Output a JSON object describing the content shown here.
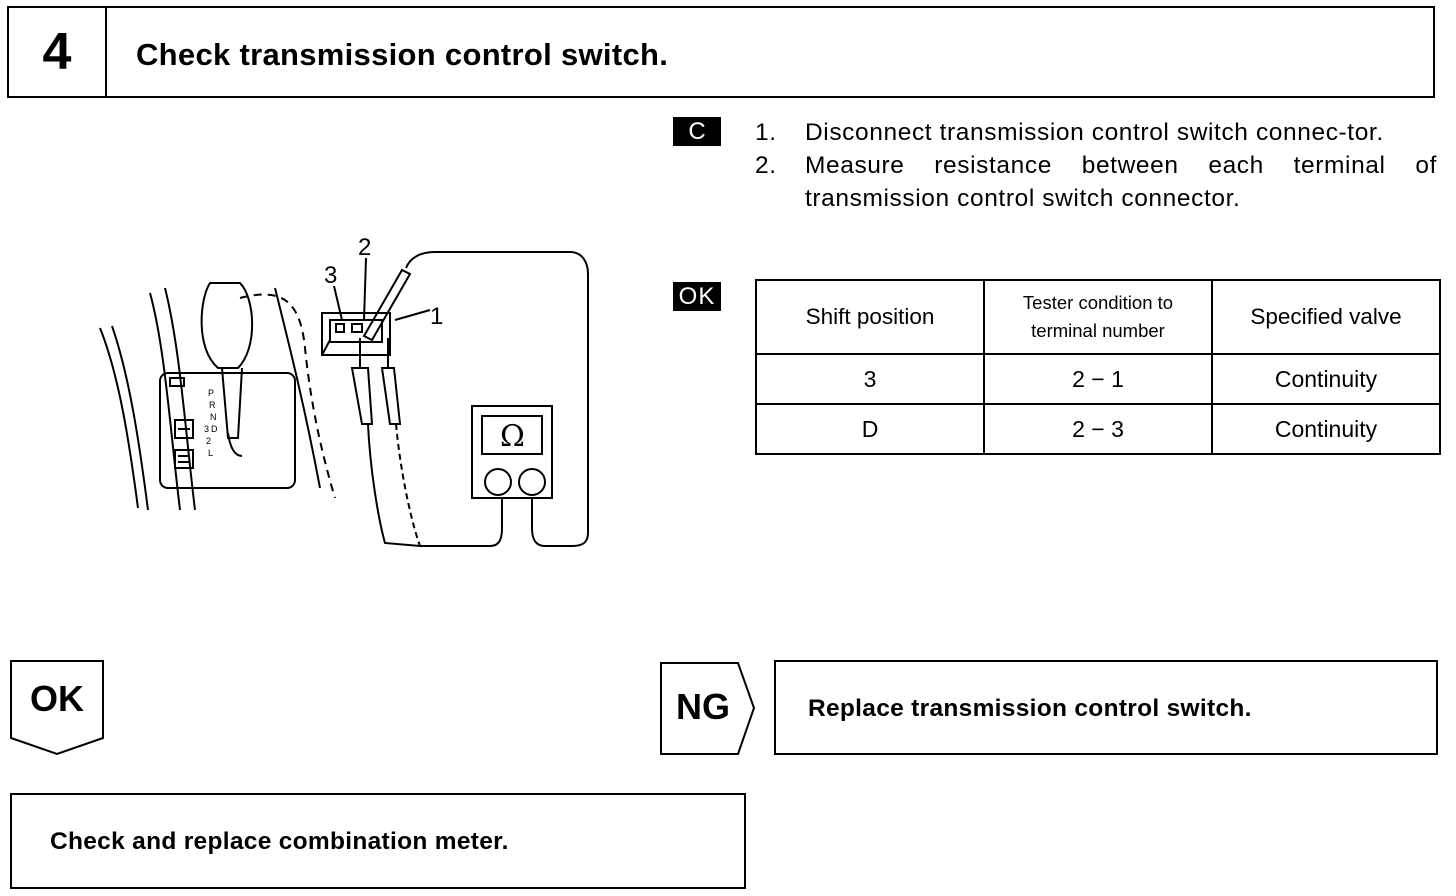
{
  "header": {
    "step_number": "4",
    "title": "Check transmission control switch."
  },
  "badges": {
    "c": "C",
    "ok": "OK"
  },
  "instructions": [
    {
      "num": "1.",
      "text": "Disconnect transmission control switch connec-­tor."
    },
    {
      "num": "2.",
      "text": "Measure resistance between each terminal of transmission control switch connector."
    }
  ],
  "table": {
    "headers": [
      "Shift position",
      "Tester condition to terminal number",
      "Specified valve"
    ],
    "rows": [
      [
        "3",
        "2 − 1",
        "Continuity"
      ],
      [
        "D",
        "2 − 3",
        "Continuity"
      ]
    ]
  },
  "diagram": {
    "labels": [
      "3",
      "2",
      "1"
    ],
    "ohm_symbol": "Ω",
    "shift_letters": [
      "P",
      "R",
      "N",
      "D",
      "3",
      "2",
      "L"
    ]
  },
  "results": {
    "ok_label": "OK",
    "ng_label": "NG",
    "ng_action": "Replace transmission control switch.",
    "ok_action": "Check and replace combination meter."
  }
}
